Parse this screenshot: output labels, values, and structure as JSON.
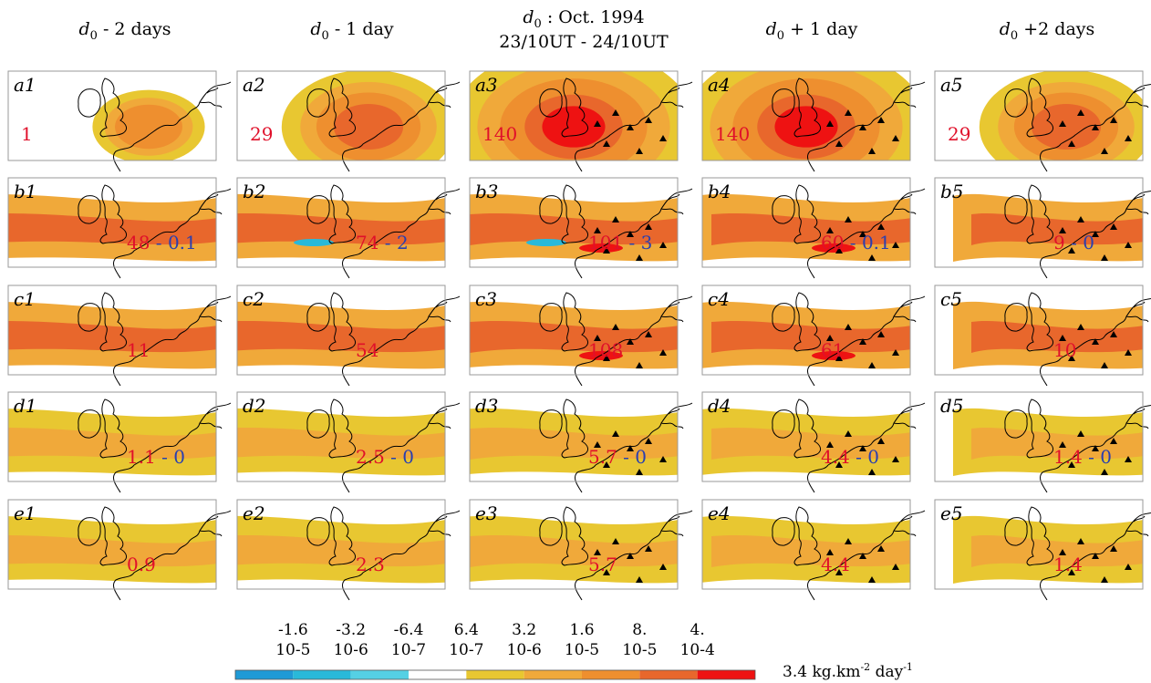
{
  "colors": {
    "yellow": "#e8c731",
    "light_orange": "#f0a93a",
    "orange": "#ee8f2f",
    "dark_orange": "#e8672c",
    "red": "#ee1212",
    "cyan": "#29b9d9",
    "light_cyan": "#55d0e4",
    "blue": "#1f9ad6",
    "value_red": "#e0102a",
    "value_blue": "#2a3fb0"
  },
  "columns": [
    {
      "prefix": "d",
      "sub": "0",
      "suffix": " - 2 days",
      "line2": ""
    },
    {
      "prefix": "d",
      "sub": "0",
      "suffix": " - 1 day",
      "line2": ""
    },
    {
      "prefix": "d",
      "sub": "0",
      "suffix": " : Oct. 1994",
      "line2": "23/10UT - 24/10UT"
    },
    {
      "prefix": "d",
      "sub": "0",
      "suffix": " + 1 day",
      "line2": ""
    },
    {
      "prefix": "d",
      "sub": "0",
      "suffix": " +2 days",
      "line2": ""
    }
  ],
  "panels": [
    [
      {
        "id": "a1",
        "val": "1",
        "val2": ""
      },
      {
        "id": "a2",
        "val": "29",
        "val2": ""
      },
      {
        "id": "a3",
        "val": "140",
        "val2": ""
      },
      {
        "id": "a4",
        "val": "140",
        "val2": ""
      },
      {
        "id": "a5",
        "val": "29",
        "val2": ""
      }
    ],
    [
      {
        "id": "b1",
        "val": "48",
        "val2": "0.1"
      },
      {
        "id": "b2",
        "val": "74",
        "val2": "2"
      },
      {
        "id": "b3",
        "val": "101",
        "val2": "3"
      },
      {
        "id": "b4",
        "val": "60",
        "val2": "0.1"
      },
      {
        "id": "b5",
        "val": "9",
        "val2": "0"
      }
    ],
    [
      {
        "id": "c1",
        "val": "11",
        "val2": ""
      },
      {
        "id": "c2",
        "val": "54",
        "val2": ""
      },
      {
        "id": "c3",
        "val": "108",
        "val2": ""
      },
      {
        "id": "c4",
        "val": "61",
        "val2": ""
      },
      {
        "id": "c5",
        "val": "10",
        "val2": ""
      }
    ],
    [
      {
        "id": "d1",
        "val": "1.1",
        "val2": "0"
      },
      {
        "id": "d2",
        "val": "2.5",
        "val2": "0"
      },
      {
        "id": "d3",
        "val": "5.7",
        "val2": "0"
      },
      {
        "id": "d4",
        "val": "4.4",
        "val2": "0"
      },
      {
        "id": "d5",
        "val": "1.4",
        "val2": "0"
      }
    ],
    [
      {
        "id": "e1",
        "val": "0.9",
        "val2": ""
      },
      {
        "id": "e2",
        "val": "2.3",
        "val2": ""
      },
      {
        "id": "e3",
        "val": "5.7",
        "val2": ""
      },
      {
        "id": "e4",
        "val": "4.4",
        "val2": ""
      },
      {
        "id": "e5",
        "val": "1.4",
        "val2": ""
      }
    ]
  ],
  "colorbar": {
    "ticks": [
      {
        "top": "-1.6",
        "bottom": "10-5"
      },
      {
        "top": "-3.2",
        "bottom": "10-6"
      },
      {
        "top": "-6.4",
        "bottom": "10-7"
      },
      {
        "top": "6.4",
        "bottom": "10-7"
      },
      {
        "top": "3.2",
        "bottom": "10-6"
      },
      {
        "top": "1.6",
        "bottom": "10-5"
      },
      {
        "top": "8.",
        "bottom": "10-5"
      },
      {
        "top": "4.",
        "bottom": "10-4"
      }
    ],
    "segments": [
      "#1f9ad6",
      "#29b9d9",
      "#55d0e4",
      "#ffffff",
      "#e8c731",
      "#f0a93a",
      "#ee8f2f",
      "#e8672c",
      "#ee1212"
    ],
    "unit_value": "3.4 kg.km",
    "unit_exp1": "-2",
    "unit_mid": " day",
    "unit_exp2": "-1"
  }
}
